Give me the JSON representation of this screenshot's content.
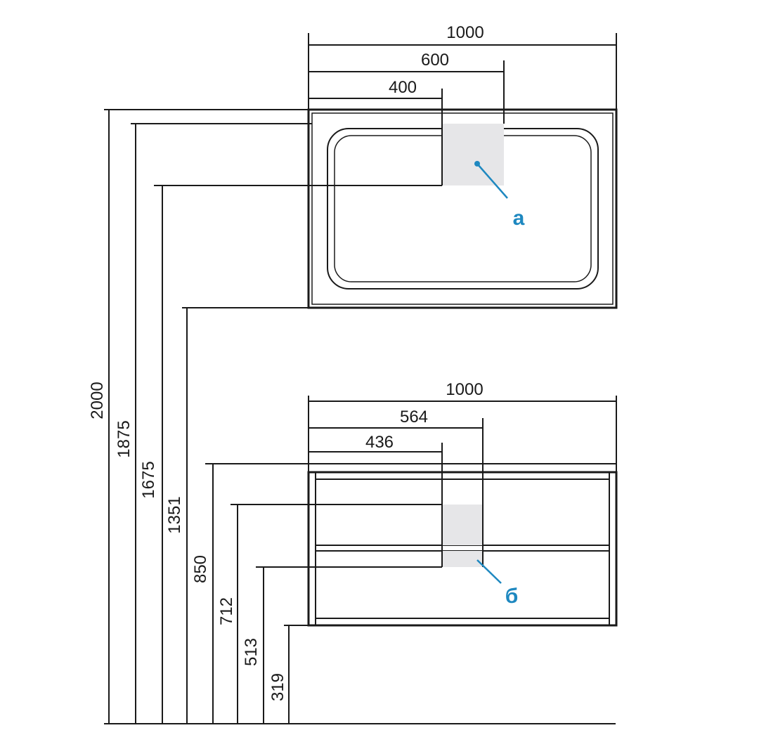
{
  "mirror": {
    "width_total": "1000",
    "offset_600": "600",
    "offset_400": "400",
    "callout": "а"
  },
  "cabinet": {
    "width_total": "1000",
    "offset_564": "564",
    "offset_436": "436",
    "callout": "б"
  },
  "heights": {
    "h2000": "2000",
    "h1875": "1875",
    "h1675": "1675",
    "h1351": "1351",
    "h850": "850",
    "h712": "712",
    "h513": "513",
    "h319": "319"
  },
  "colors": {
    "line": "#1a1a1a",
    "callout": "#1e88c0",
    "zone": "#e6e6e8"
  }
}
